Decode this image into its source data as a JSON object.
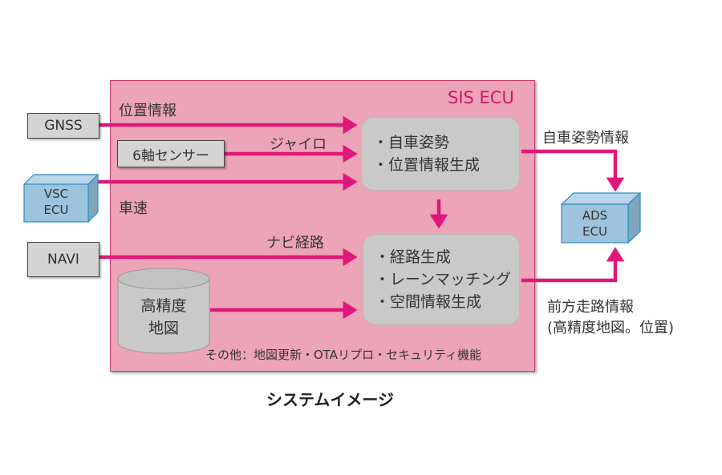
{
  "diagram": {
    "caption": "システムイメージ",
    "ecu": {
      "title": "SIS ECU",
      "footer": "その他：地図更新・OTAリプロ・セキュリティ機能"
    },
    "inputs": {
      "gnss": "GNSS",
      "six_axis": "6軸センサー",
      "vsc_line1": "VSC",
      "vsc_line2": "ECU",
      "navi": "NAVI",
      "hd_map_line1": "高精度",
      "hd_map_line2": "地図"
    },
    "signals": {
      "position": "位置情報",
      "gyro": "ジャイロ",
      "speed": "車速",
      "navi_route": "ナビ経路"
    },
    "process_top": {
      "line1": "・自車姿勢",
      "line2": "・位置情報生成"
    },
    "process_bottom": {
      "line1": "・経路生成",
      "line2": "・レーンマッチング",
      "line3": "・空間情報生成"
    },
    "outputs": {
      "attitude_info": "自車姿勢情報",
      "road_info_line1": "前方走路情報",
      "road_info_line2": "(高精度地図。位置)",
      "ads_line1": "ADS",
      "ads_line2": "ECU"
    },
    "colors": {
      "arrow": "#e0177a",
      "ecu_fill": "#eda4b8",
      "cube_fill": "#9ec3dc"
    }
  }
}
